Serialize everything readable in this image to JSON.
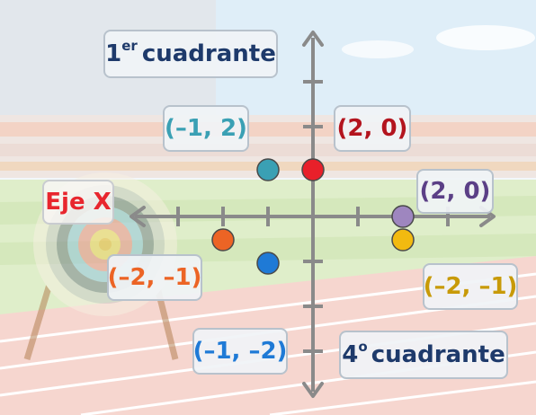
{
  "labels": {
    "quadrant1": {
      "number": "1",
      "superscript": "er",
      "text": "cuadrante"
    },
    "quadrant4": {
      "number": "4",
      "superscript": "o",
      "text": "cuadrante"
    },
    "axis_x": "Eje X"
  },
  "points": [
    {
      "x": -1,
      "y": 2,
      "label": "(–1, 2)",
      "color": "#3aa0b4",
      "text_color": "#3aa0b4"
    },
    {
      "x": 0,
      "y": 2,
      "label": "(2, 0)",
      "color": "#e8202a",
      "text_color": "#b3141e"
    },
    {
      "x": 2,
      "y": 0,
      "label": "(2, 0)",
      "color": "#9e86bf",
      "text_color": "#5b3f86"
    },
    {
      "x": -2,
      "y": -1,
      "label": "(–2, –1)",
      "color": "#ec6425",
      "text_color": "#ec6425"
    },
    {
      "x": 2,
      "y": -1,
      "label": "(–2, –1)",
      "color": "#f2ba10",
      "text_color": "#c89a08"
    },
    {
      "x": -1,
      "y": -2,
      "label": "(–1, –2)",
      "color": "#1f7ad6",
      "text_color": "#1f7ad6"
    }
  ],
  "colors": {
    "axis": "#8a8a8a",
    "quadrant_text": "#1e3a6b",
    "axis_label": "#e8262e"
  }
}
